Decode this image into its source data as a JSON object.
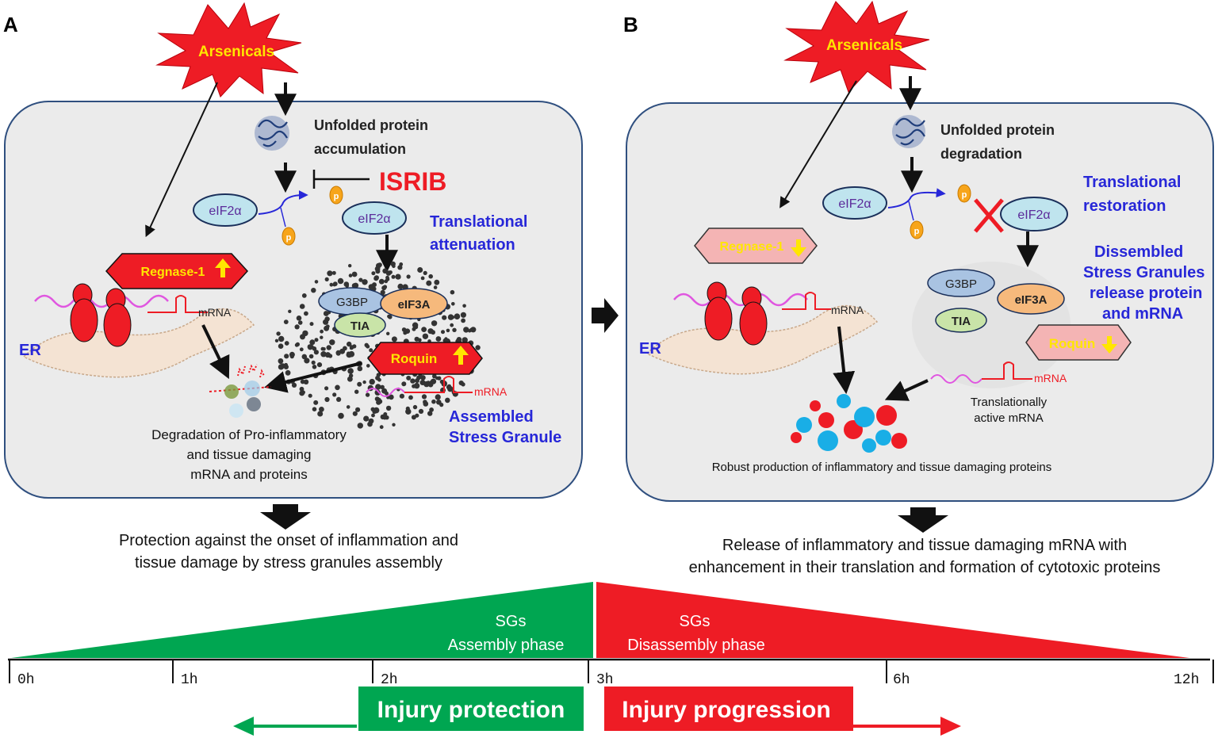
{
  "panel_a": {
    "letter": "A",
    "arsenicals": "Arsenicals",
    "unfolded_line1": "Unfolded protein",
    "unfolded_line2": "accumulation",
    "isrib": "ISRIB",
    "eif2a": "eIF2α",
    "phospho": "p",
    "translational_line1": "Translational",
    "translational_line2": "attenuation",
    "regnase": "Regnase-1",
    "mrna": "mRNA",
    "er": "ER",
    "g3bp": "G3BP",
    "eif3a": "eIF3A",
    "tia": "TIA",
    "roquin": "Roquin",
    "assembled_line1": "Assembled",
    "assembled_line2": "Stress Granule",
    "degradation_line1": "Degradation of Pro-inflammatory",
    "degradation_line2": "and tissue damaging",
    "degradation_line3": "mRNA and proteins",
    "outcome_line1": "Protection against the onset of  inflammation and",
    "outcome_line2": "tissue damage by stress granules assembly"
  },
  "panel_b": {
    "letter": "B",
    "arsenicals": "Arsenicals",
    "unfolded_line1": "Unfolded protein",
    "unfolded_line2": "degradation",
    "eif2a": "eIF2α",
    "phospho": "p",
    "translational_line1": "Translational",
    "translational_line2": "restoration",
    "regnase": "Regnase-1",
    "mrna": "mRNA",
    "er": "ER",
    "g3bp": "G3BP",
    "eif3a": "eIF3A",
    "tia": "TIA",
    "roquin": "Roquin",
    "dissembled_line1": "Dissembled",
    "dissembled_line2": "Stress Granules",
    "dissembled_line3": "release protein",
    "dissembled_line4": "and mRNA",
    "active_line1": "Translationally",
    "active_line2": "active mRNA",
    "production": "Robust production of inflammatory and tissue damaging proteins",
    "outcome_line1": "Release of inflammatory and tissue damaging mRNA with",
    "outcome_line2": "enhancement in their translation and formation of cytotoxic proteins"
  },
  "timeline": {
    "assembly_line1": "SGs",
    "assembly_line2": "Assembly phase",
    "disassembly_line1": "SGs",
    "disassembly_line2": "Disassembly phase",
    "ticks": [
      "0h",
      "1h",
      "2h",
      "3h",
      "6h",
      "12h"
    ],
    "protection": "Injury protection",
    "progression": "Injury progression"
  },
  "colors": {
    "cell_fill": "#ebebeb",
    "cell_border": "#2f4f7f",
    "green": "#00a651",
    "red": "#ee1c25",
    "blue_text": "#2727d8",
    "eif2a_fill": "#bfe4ee",
    "yellow": "#ffe600"
  }
}
